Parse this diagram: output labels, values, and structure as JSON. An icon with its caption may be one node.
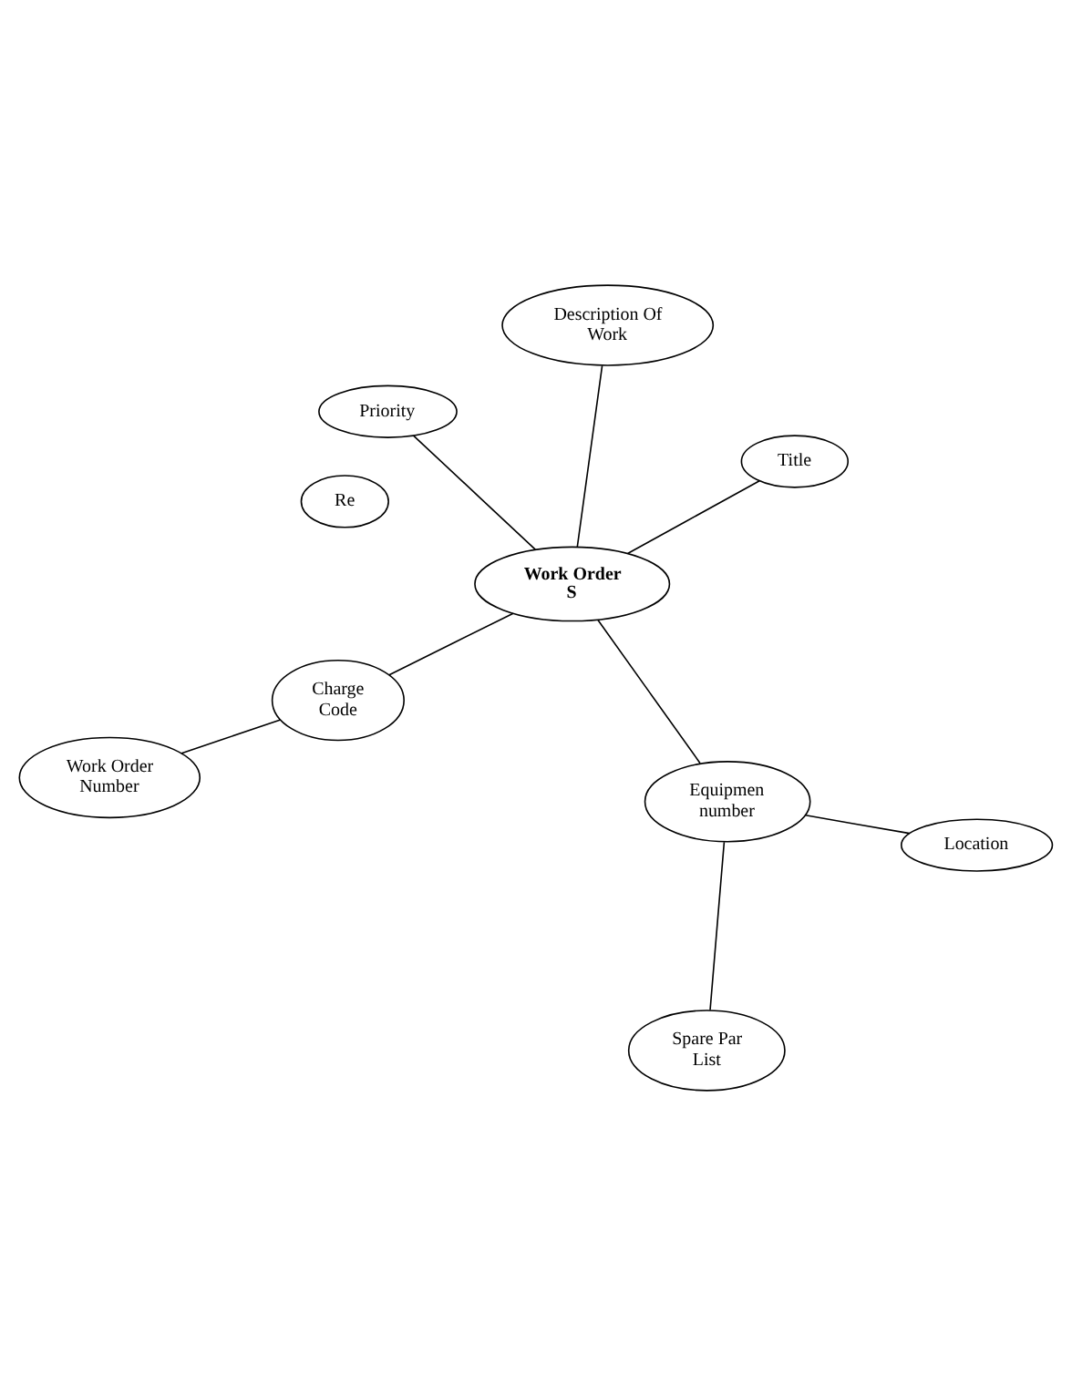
{
  "diagram": {
    "nodes": [
      {
        "text": [
          "Spare Par List"
        ]
      },
      {
        "text": [
          "Location"
        ]
      },
      {
        "text": [
          "Equipmen number"
        ]
      },
      {
        "text": [
          "Description Of Work"
        ]
      },
      {
        "text": [
          "Work Order S"
        ]
      },
      {
        "text": [
          "Priority"
        ]
      },
      {
        "text": [
          "Charge Code"
        ]
      },
      {
        "text": [
          "Title"
        ]
      },
      {
        "text": [
          "Work Order Number"
        ]
      },
      {
        "text": [
          "Re"
        ]
      }
    ],
    "edges": [
      {
        "from": 1,
        "to": 2,
        "arrow": "none"
      },
      {
        "from": 0,
        "to": 2,
        "arrow": "none"
      },
      {
        "from": 2,
        "to": 4,
        "arrow": "none"
      },
      {
        "from": 3,
        "to": 4,
        "arrow": "none"
      },
      {
        "from": 5,
        "to": 4,
        "arrow": "none"
      },
      {
        "from": 7,
        "to": 4,
        "arrow": "none"
      },
      {
        "from": 4,
        "to": 6,
        "arrow": "none"
      },
      {
        "from": 6,
        "to": 8,
        "arrow": "none"
      }
    ]
  }
}
